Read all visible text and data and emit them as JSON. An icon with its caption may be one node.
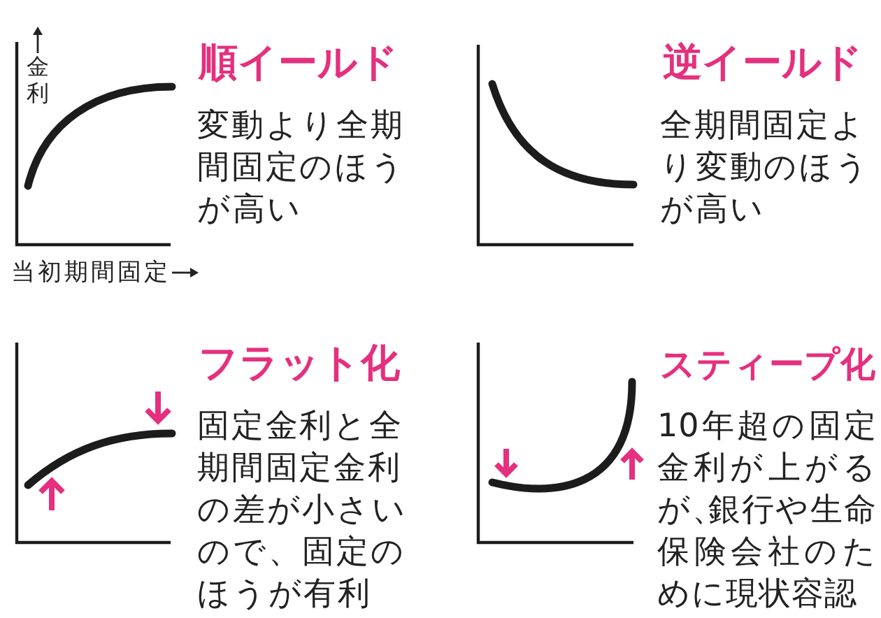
{
  "diagram": {
    "labels": [
      "金利",
      "順イールド",
      "変動より全期間固定のほうが高い",
      "逆イールド",
      "全期間固定より変動のほうが高い",
      "当初期間固定",
      "フラット化",
      "固定金利と全期間固定金利の差が小さいので、固定のほうが有利",
      "スティープ化",
      "10年超の固定金利が上がるが、銀行や生命保険会社のために現状容認"
    ]
  }
}
